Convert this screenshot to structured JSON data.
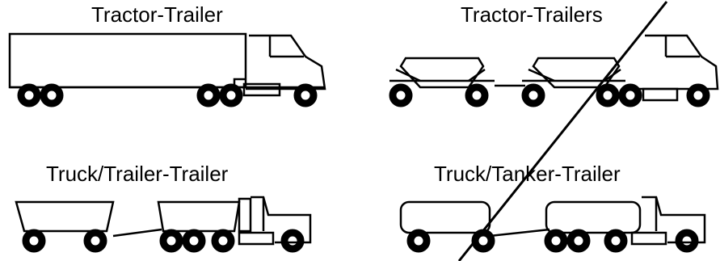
{
  "labels": {
    "tractor_trailer": "Tractor-Trailer",
    "tractor_trailers": "Tractor-Trailers",
    "truck_trailer_trailer": "Truck/Trailer-Trailer",
    "truck_tanker_trailer": "Truck/Tanker-Trailer"
  },
  "colors": {
    "ink": "#000000",
    "background": "#ffffff"
  }
}
